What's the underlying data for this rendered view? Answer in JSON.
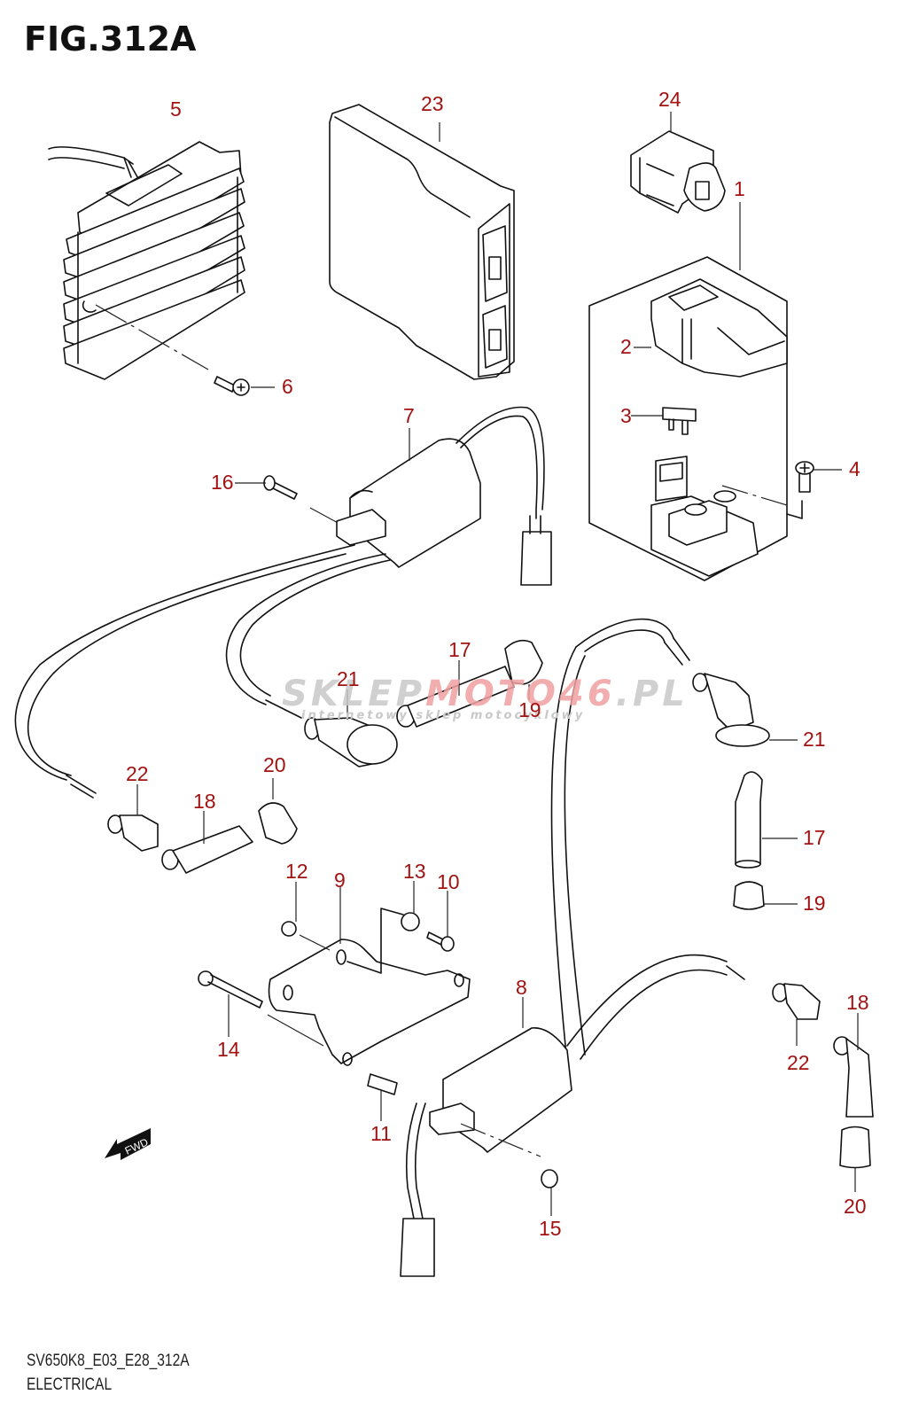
{
  "figure": {
    "title": "FIG.312A",
    "model_code": "SV650K8_E03_E28_312A",
    "section_name": "ELECTRICAL",
    "direction_badge": "FWD"
  },
  "colors": {
    "callout": "#a31212",
    "line": "#111111",
    "watermark_gray": "#c8c8c8",
    "watermark_red": "#f0a0a0"
  },
  "watermark": {
    "brand_part1": "SKLEP",
    "brand_part2": "MOTO46",
    "brand_suffix": ".PL",
    "tagline": "internetowy sklep motocyklowy"
  },
  "callouts": [
    {
      "id": "c5",
      "label": "5"
    },
    {
      "id": "c6",
      "label": "6"
    },
    {
      "id": "c23",
      "label": "23"
    },
    {
      "id": "c24",
      "label": "24"
    },
    {
      "id": "c1",
      "label": "1"
    },
    {
      "id": "c2",
      "label": "2"
    },
    {
      "id": "c3",
      "label": "3"
    },
    {
      "id": "c4",
      "label": "4"
    },
    {
      "id": "c7",
      "label": "7"
    },
    {
      "id": "c16",
      "label": "16"
    },
    {
      "id": "c17a",
      "label": "17"
    },
    {
      "id": "c21a",
      "label": "21"
    },
    {
      "id": "c19a",
      "label": "19"
    },
    {
      "id": "c21b",
      "label": "21"
    },
    {
      "id": "c22a",
      "label": "22"
    },
    {
      "id": "c20a",
      "label": "20"
    },
    {
      "id": "c18a",
      "label": "18"
    },
    {
      "id": "c17b",
      "label": "17"
    },
    {
      "id": "c12",
      "label": "12"
    },
    {
      "id": "c9",
      "label": "9"
    },
    {
      "id": "c13",
      "label": "13"
    },
    {
      "id": "c10",
      "label": "10"
    },
    {
      "id": "c19b",
      "label": "19"
    },
    {
      "id": "c14",
      "label": "14"
    },
    {
      "id": "c8",
      "label": "8"
    },
    {
      "id": "c18b",
      "label": "18"
    },
    {
      "id": "c22b",
      "label": "22"
    },
    {
      "id": "c11",
      "label": "11"
    },
    {
      "id": "c15",
      "label": "15"
    },
    {
      "id": "c20b",
      "label": "20"
    }
  ]
}
